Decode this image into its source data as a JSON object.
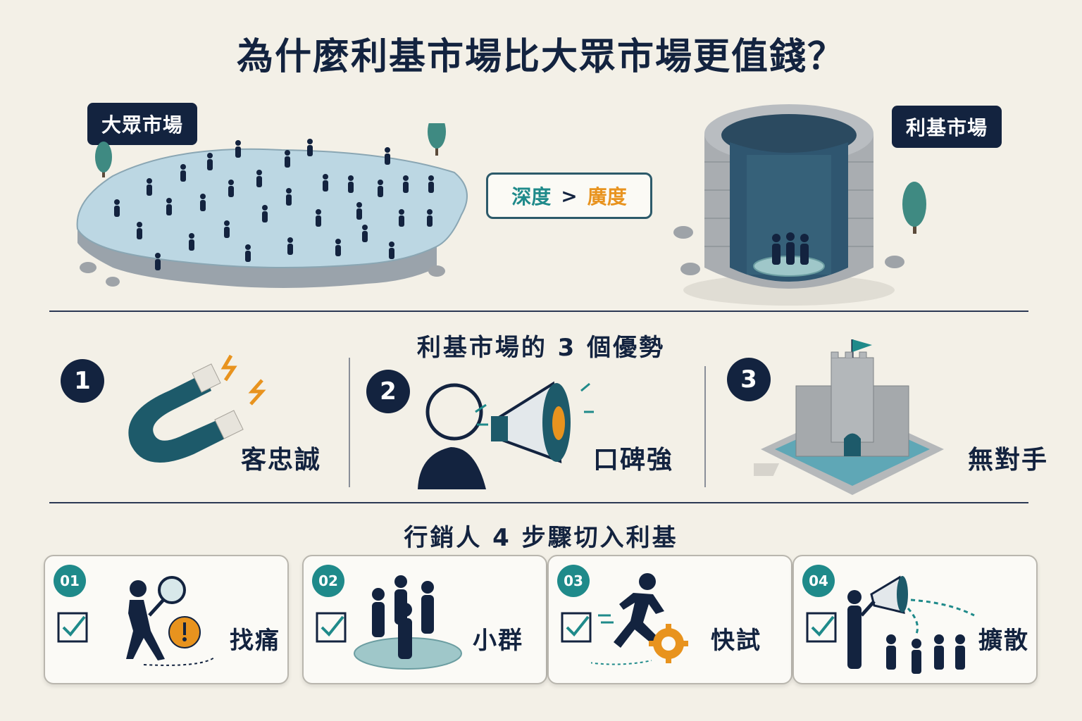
{
  "title": "為什麼利基市場比大眾市場更值錢？",
  "mass_market_label": "大眾市場",
  "niche_market_label": "利基市場",
  "comparison": {
    "left": "深度",
    "symbol": ">",
    "right": "廣度"
  },
  "advantages": {
    "heading": "利基市場的 3 個優勢",
    "items": [
      {
        "number": "1",
        "label": "客忠誠",
        "icon": "magnet-icon"
      },
      {
        "number": "2",
        "label": "口碑強",
        "icon": "megaphone-icon"
      },
      {
        "number": "3",
        "label": "無對手",
        "icon": "castle-icon"
      }
    ]
  },
  "steps": {
    "heading": "行銷人 4 步驟切入利基",
    "items": [
      {
        "number": "01",
        "label": "找痛",
        "icon": "magnifier-icon"
      },
      {
        "number": "02",
        "label": "小群",
        "icon": "group-icon"
      },
      {
        "number": "03",
        "label": "快試",
        "icon": "runner-gear-icon"
      },
      {
        "number": "04",
        "label": "擴散",
        "icon": "broadcast-icon"
      }
    ]
  },
  "colors": {
    "navy": "#13233f",
    "teal": "#1f8a8a",
    "orange": "#e8931e",
    "background": "#f3f0e7"
  }
}
